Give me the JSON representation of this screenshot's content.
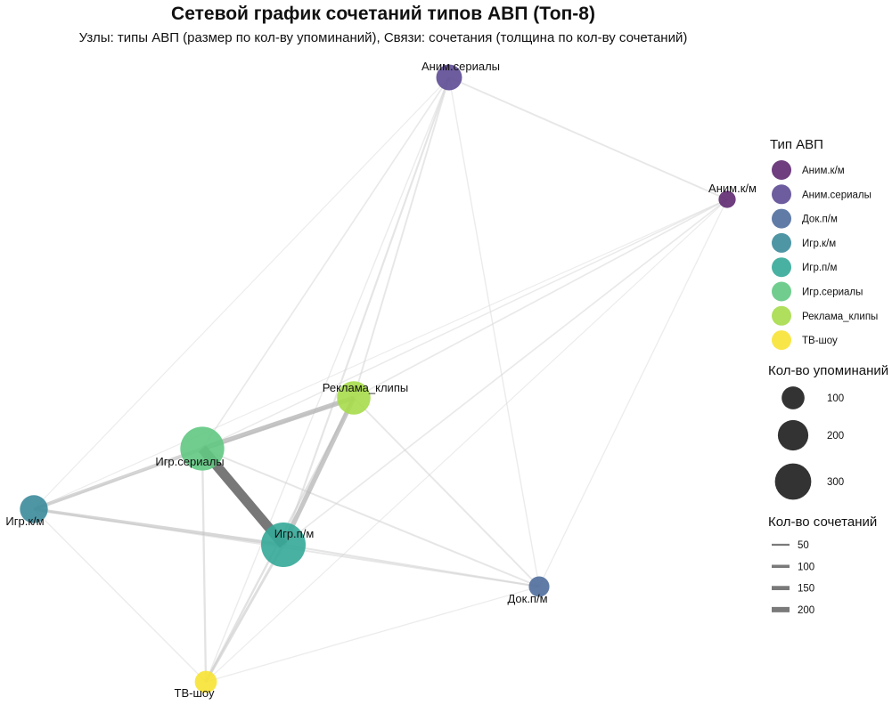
{
  "title": "Сетевой график сочетаний типов АВП (Топ-8)",
  "subtitle": "Узлы: типы АВП (размер по кол-ву упоминаний), Связи: сочетания (толщина по кол-ву сочетаний)",
  "nodes": [
    {
      "id": "anim_km",
      "label": "Аним.к/м",
      "mentions": 30,
      "color": "#5e2970"
    },
    {
      "id": "anim_ser",
      "label": "Аним.сериалы",
      "mentions": 90,
      "color": "#5d4a94"
    },
    {
      "id": "dok",
      "label": "Док.п/м",
      "mentions": 50,
      "color": "#4f6d9c"
    },
    {
      "id": "igr_km",
      "label": "Игр.к/м",
      "mentions": 110,
      "color": "#3c8b9b"
    },
    {
      "id": "igr_pm",
      "label": "Игр.п/м",
      "mentions": 330,
      "color": "#34a898"
    },
    {
      "id": "igr_ser",
      "label": "Игр.сериалы",
      "mentions": 320,
      "color": "#60c882"
    },
    {
      "id": "reklama",
      "label": "Реклама_клипы",
      "mentions": 170,
      "color": "#a6dc4a"
    },
    {
      "id": "tv",
      "label": "ТВ-шоу",
      "mentions": 60,
      "color": "#f7e334"
    }
  ],
  "edges": [
    {
      "source": "igr_ser",
      "target": "igr_pm",
      "count": 200
    },
    {
      "source": "igr_ser",
      "target": "reklama",
      "count": 90
    },
    {
      "source": "reklama",
      "target": "igr_pm",
      "count": 85
    },
    {
      "source": "igr_ser",
      "target": "igr_km",
      "count": 60
    },
    {
      "source": "igr_km",
      "target": "igr_pm",
      "count": 55
    },
    {
      "source": "igr_pm",
      "target": "tv",
      "count": 40
    },
    {
      "source": "reklama",
      "target": "tv",
      "count": 30
    },
    {
      "source": "igr_ser",
      "target": "tv",
      "count": 28
    },
    {
      "source": "igr_pm",
      "target": "anim_ser",
      "count": 25
    },
    {
      "source": "igr_pm",
      "target": "dok",
      "count": 25
    },
    {
      "source": "igr_ser",
      "target": "dok",
      "count": 22
    },
    {
      "source": "igr_km",
      "target": "dok",
      "count": 20
    },
    {
      "source": "reklama",
      "target": "anim_ser",
      "count": 20
    },
    {
      "source": "reklama",
      "target": "dok",
      "count": 20
    },
    {
      "source": "anim_ser",
      "target": "anim_km",
      "count": 20
    },
    {
      "source": "igr_pm",
      "target": "anim_km",
      "count": 15
    },
    {
      "source": "reklama",
      "target": "anim_km",
      "count": 15
    },
    {
      "source": "igr_ser",
      "target": "anim_ser",
      "count": 15
    },
    {
      "source": "igr_ser",
      "target": "anim_km",
      "count": 12
    },
    {
      "source": "tv",
      "target": "anim_ser",
      "count": 10
    },
    {
      "source": "igr_km",
      "target": "tv",
      "count": 10
    },
    {
      "source": "igr_km",
      "target": "reklama",
      "count": 10
    },
    {
      "source": "dok",
      "target": "anim_ser",
      "count": 10
    },
    {
      "source": "dok",
      "target": "anim_km",
      "count": 8
    },
    {
      "source": "tv",
      "target": "dok",
      "count": 8
    },
    {
      "source": "igr_km",
      "target": "anim_ser",
      "count": 6
    },
    {
      "source": "tv",
      "target": "anim_km",
      "count": 6
    },
    {
      "source": "igr_km",
      "target": "anim_km",
      "count": 5
    }
  ],
  "legend": {
    "color_title": "Тип АВП",
    "size_title": "Кол-во упоминаний",
    "size_entries": [
      100,
      200,
      300
    ],
    "width_title": "Кол-во сочетаний",
    "width_entries": [
      50,
      100,
      150,
      200
    ]
  }
}
